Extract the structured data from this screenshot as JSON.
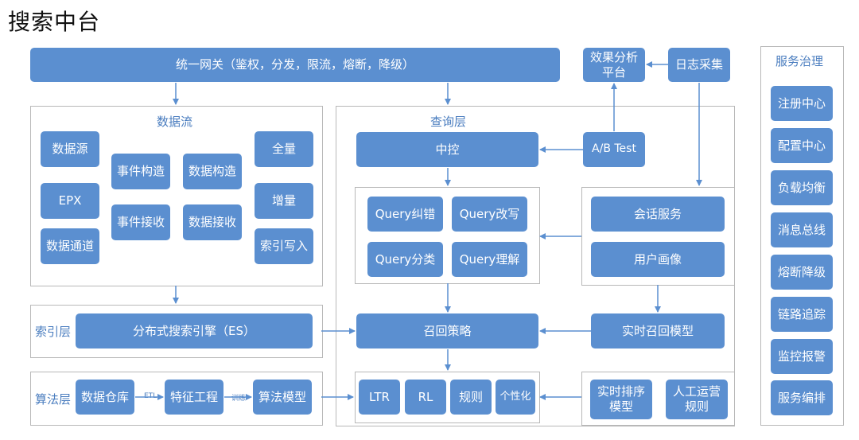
{
  "title": "搜索中台",
  "colors": {
    "box": "#5b8fd0",
    "arrow": "#5b8fd0",
    "panel_border": "#b8b8b8",
    "label": "#4a7dbf"
  },
  "panels": {
    "data_flow": "数据流",
    "query_layer": "查询层",
    "index_layer": "索引层",
    "algo_layer": "算法层",
    "governance": "服务治理"
  },
  "nodes": {
    "gateway": "统一网关（鉴权，分发，限流，熔断，降级）",
    "effect_platform": "效果分析\n平台",
    "log_collect": "日志采集",
    "data_source": "数据源",
    "epx": "EPX",
    "data_channel": "数据通道",
    "event_build": "事件构造",
    "event_recv": "事件接收",
    "data_build": "数据构造",
    "data_recv": "数据接收",
    "full": "全量",
    "incr": "增量",
    "index_write": "索引写入",
    "central_ctrl": "中控",
    "ab_test": "A/B Test",
    "query_correct": "Query纠错",
    "query_rewrite": "Query改写",
    "query_classify": "Query分类",
    "query_understand": "Query理解",
    "session_service": "会话服务",
    "user_profile": "用户画像",
    "search_engine": "分布式搜索引擎（ES）",
    "recall_strategy": "召回策略",
    "realtime_recall": "实时召回模型",
    "data_warehouse": "数据仓库",
    "feature_eng": "特征工程",
    "algo_model": "算法模型",
    "ltr": "LTR",
    "rl": "RL",
    "rules": "规则",
    "personalize": "个性化",
    "realtime_rank": "实时排序\n模型",
    "manual_ops": "人工运营\n规则",
    "gov_registry": "注册中心",
    "gov_config": "配置中心",
    "gov_lb": "负载均衡",
    "gov_bus": "消息总线",
    "gov_breaker": "熔断降级",
    "gov_trace": "链路追踪",
    "gov_monitor": "监控报警",
    "gov_orchestrate": "服务编排"
  },
  "edge_labels": {
    "etl": "ETL",
    "train": "训练"
  }
}
